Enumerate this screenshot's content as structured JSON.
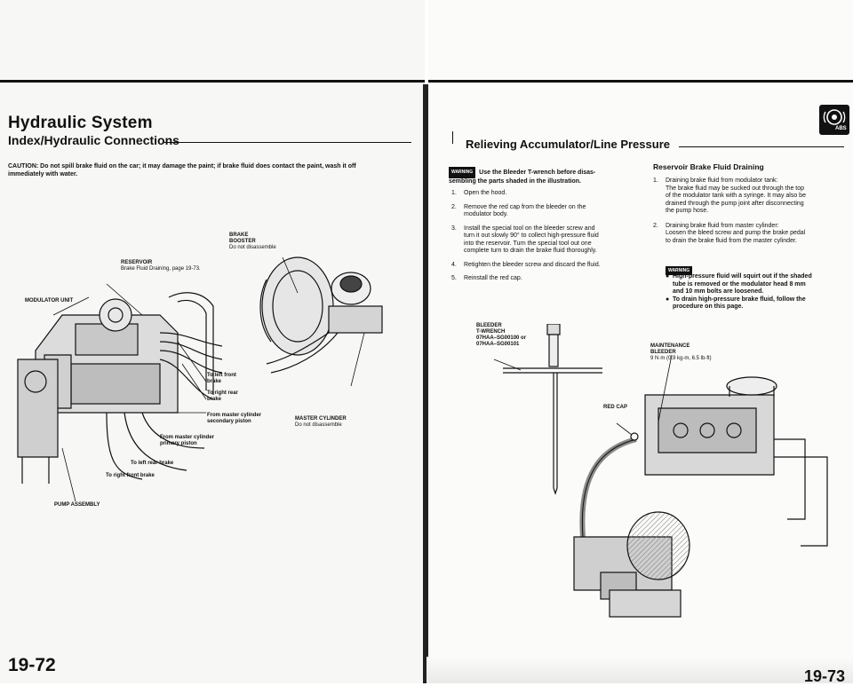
{
  "left": {
    "title": "Hydraulic System",
    "subtitle": "Index/Hydraulic Connections",
    "caution_line1": "CAUTION: Do not spill brake fluid on the car; it may damage the paint; if brake fluid does contact the paint, wash it off",
    "caution_line2": "immediately with water.",
    "labels": {
      "brake_booster": [
        "BRAKE",
        "BOOSTER",
        "Do not disassemble"
      ],
      "reservoir": [
        "RESERVOIR",
        "Brake Fluid Draining, page 19-73."
      ],
      "modulator_unit": "MODULATOR UNIT",
      "to_left_front": [
        "To left front",
        "brake"
      ],
      "to_right_rear": [
        "To right rear",
        "brake"
      ],
      "from_master_secondary": [
        "From master cylinder",
        "secondary piston"
      ],
      "from_master_primary": [
        "From master cylinder",
        "primary piston"
      ],
      "to_left_rear": "To left rear brake",
      "to_right_front": "To right front brake",
      "master_cylinder": [
        "MASTER CYLINDER",
        "Do not disassemble"
      ],
      "pump_assembly": "PUMP ASSEMBLY"
    },
    "page_number": "19-72"
  },
  "right": {
    "title": "Relieving Accumulator/Line Pressure",
    "abs_badge": "ABS",
    "warning_badge": "WARNING",
    "warning_intro": [
      "Use the Bleeder T-wrench before disas-",
      "sembling the parts shaded in the illustration."
    ],
    "steps": [
      {
        "n": "1.",
        "lines": [
          "Open the hood."
        ]
      },
      {
        "n": "2.",
        "lines": [
          "Remove the red cap from the bleeder on the",
          "modulator body."
        ]
      },
      {
        "n": "3.",
        "lines": [
          "Install the special tool on the bleeder screw and",
          "turn it out slowly 90° to collect high-pressure fluid",
          "into the reservoir. Turn the special tool out one",
          "complete turn to drain the brake fluid thoroughly."
        ]
      },
      {
        "n": "4.",
        "lines": [
          "Retighten the bleeder screw and discard the fluid."
        ]
      },
      {
        "n": "5.",
        "lines": [
          "Reinstall the red cap."
        ]
      }
    ],
    "reservoir_heading": "Reservoir Brake Fluid Draining",
    "reservoir_steps": [
      {
        "n": "1.",
        "lines": [
          "Draining brake fluid from modulator tank:",
          "The brake fluid may be sucked out through the top",
          "of the modulator tank with a syringe. It may also be",
          "drained through the pump joint after disconnecting",
          "the pump hose."
        ]
      },
      {
        "n": "2.",
        "lines": [
          "Draining brake fluid from master cylinder:",
          "Loosen the bleed screw and pump the brake pedal",
          "to drain the brake fluid from the master cylinder."
        ]
      }
    ],
    "warnings": [
      [
        "High-pressure fluid will squirt out if the shaded",
        "tube is removed or the modulator head 8 mm",
        "and 10 mm bolts are loosened."
      ],
      [
        "To drain high-pressure brake fluid, follow the",
        "procedure on this page."
      ]
    ],
    "labels": {
      "bleeder_wrench": [
        "BLEEDER",
        "T-WRENCH",
        "07HAA–SG00100 or",
        "07HAA–SG00101"
      ],
      "maintenance_bleeder": [
        "MAINTENANCE",
        "BLEEDER",
        "9 N·m (0.9 kg-m, 6.5 lb-ft)"
      ],
      "red_cap": "RED CAP"
    },
    "page_number": "19-73"
  }
}
